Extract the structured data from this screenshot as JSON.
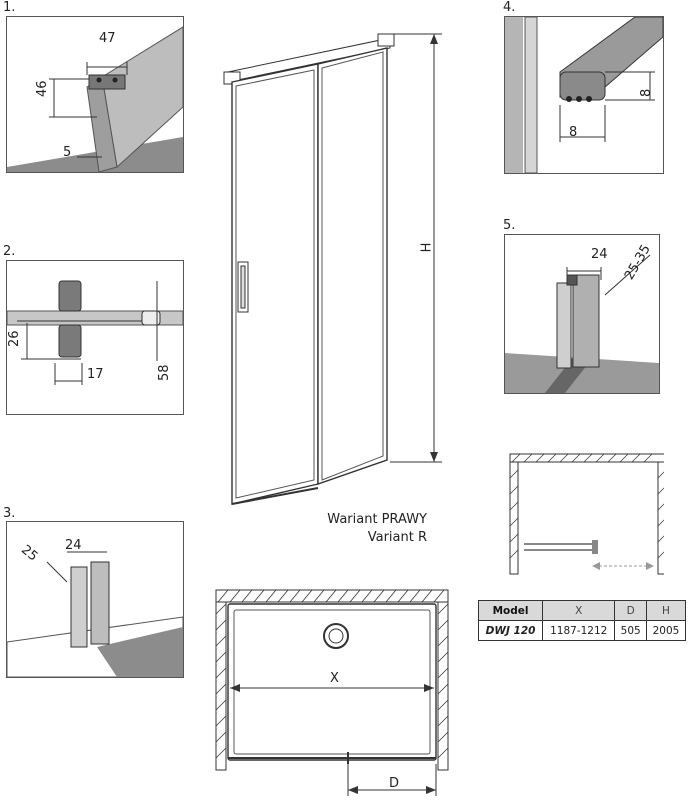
{
  "details": [
    {
      "label": "1.",
      "dims": [
        "47",
        "46",
        "5"
      ]
    },
    {
      "label": "2.",
      "dims": [
        "26",
        "17",
        "58"
      ]
    },
    {
      "label": "3.",
      "dims": [
        "25",
        "24"
      ]
    },
    {
      "label": "4.",
      "dims": [
        "8",
        "8"
      ]
    },
    {
      "label": "5.",
      "dims": [
        "24",
        "25-35"
      ]
    }
  ],
  "main": {
    "height_label": "H",
    "width_label": "X",
    "depth_label": "D"
  },
  "variant": {
    "line1": "Wariant PRAWY",
    "line2": "Variant R"
  },
  "table": {
    "headers": [
      "Model",
      "X",
      "D",
      "H"
    ],
    "rows": [
      [
        "DWJ 120",
        "1187-1212",
        "505",
        "2005"
      ]
    ]
  }
}
